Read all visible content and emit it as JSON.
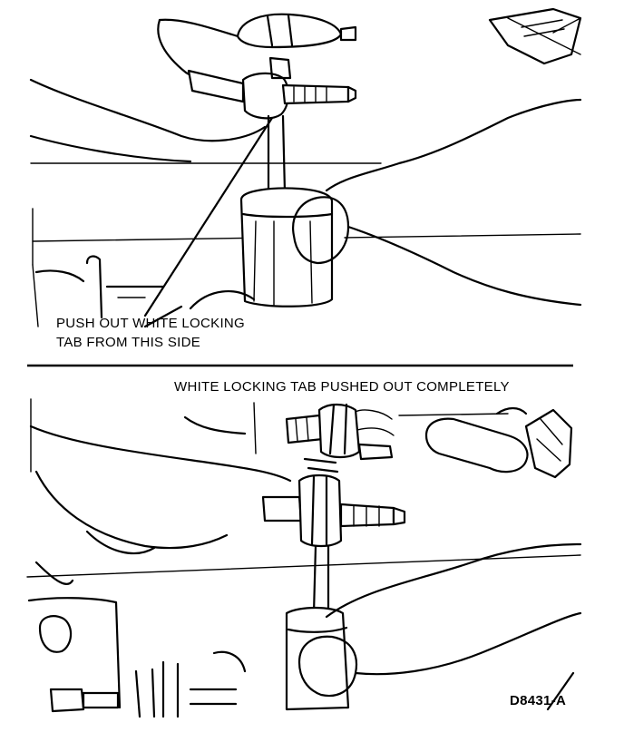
{
  "top_panel": {
    "callout_line1": "PUSH OUT WHITE LOCKING",
    "callout_line2": "TAB FROM THIS SIDE"
  },
  "bottom_panel": {
    "caption": "WHITE LOCKING TAB PUSHED OUT COMPLETELY",
    "figure_id": "D8431-A"
  }
}
